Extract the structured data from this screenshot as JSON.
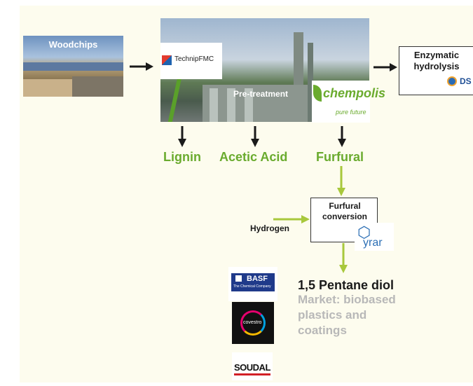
{
  "woodchips": {
    "label": "Woodchips"
  },
  "plant": {
    "pretreatment_label": "Pre-treatment",
    "technip_logo": "TechnipFMC",
    "chempolis_logo": "chempolis",
    "chempolis_tagline": "pure future"
  },
  "enzymatic": {
    "line1": "Enzymatic",
    "line2": "hydrolysis",
    "logo_text": "DS"
  },
  "products": {
    "lignin": "Lignin",
    "acetic_acid": "Acetic Acid",
    "furfural": "Furfural"
  },
  "conversion": {
    "line1": "Furfural",
    "line2": "conversion",
    "logo": "yrar"
  },
  "hydrogen": "Hydrogen",
  "output": {
    "title": "1,5 Pentane diol",
    "market_line1": "Market: biobased",
    "market_line2": "plastics and",
    "market_line3": "coatings"
  },
  "partners": {
    "basf": "BASF",
    "basf_tagline": "The Chemical Company",
    "covestro": "covestro",
    "soudal": "SOUDAL"
  },
  "colors": {
    "green": "#6aab2e",
    "dark": "#1a1a1a",
    "grey": "#b8b8b8",
    "background": "#fdfcee"
  }
}
